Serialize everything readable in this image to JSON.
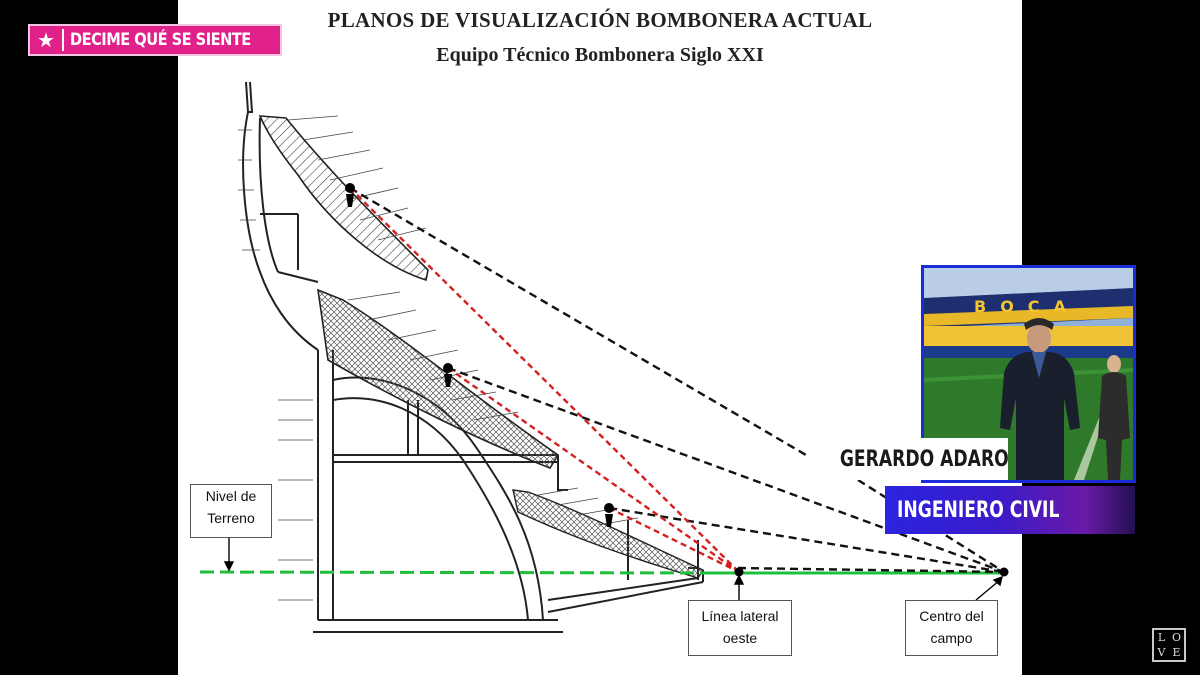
{
  "overlay": {
    "show_badge": "DECIME QUÉ SE SIENTE",
    "guest_name": "GERARDO ADARO",
    "guest_role": "INGENIERO CIVIL",
    "photo_banner_text": "BOCA",
    "channel_logo_letters": [
      "L",
      "O",
      "V",
      "E"
    ]
  },
  "document": {
    "title": "PLANOS DE VISUALIZACIÓN BOMBONERA ACTUAL",
    "subtitle": "Equipo Técnico Bombonera Siglo XXI"
  },
  "diagram": {
    "labels": {
      "ground_level": "Nivel de\nTerreno",
      "west_sideline": "Línea lateral\noeste",
      "field_center": "Centro del\ncampo"
    },
    "colors": {
      "ground_line": "#1fbf3c",
      "sightline_to_sideline": "#d42020",
      "sightline_to_center": "#111111",
      "badge": "#e0218a",
      "role_tag": "#2b24e0",
      "photo_border": "#1a2bd8"
    }
  }
}
